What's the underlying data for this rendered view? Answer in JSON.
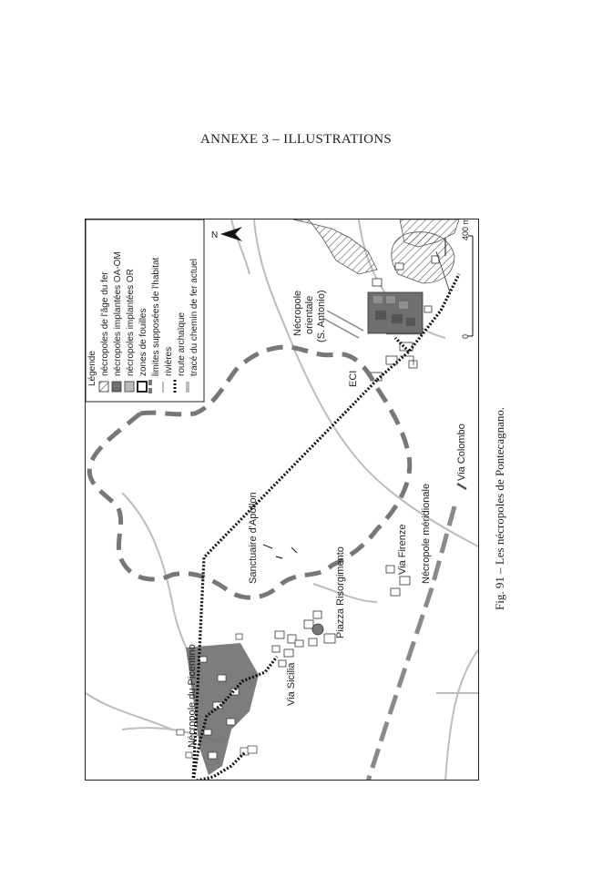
{
  "header": {
    "title": "ANNEXE 3 – ILLUSTRATIONS"
  },
  "figure": {
    "caption": "Fig. 91 – Les nécropoles de Pontecagnano."
  },
  "map": {
    "north": "N",
    "scale_start": "0",
    "scale_end": "400 m",
    "legend": {
      "title": "Légende",
      "items": [
        {
          "label": "nécropoles de l'âge du fer",
          "symbol": "hatched"
        },
        {
          "label": "nécropoles implantées OA-OM",
          "symbol": "dark"
        },
        {
          "label": "nécropoles implantées OR",
          "symbol": "light"
        },
        {
          "label": "zones de fouilles",
          "symbol": "outline"
        },
        {
          "label": "limites supposées de l'habitat",
          "symbol": "dash"
        },
        {
          "label": "rivières",
          "symbol": "line"
        },
        {
          "label": "route archaïque",
          "symbol": "dots"
        },
        {
          "label": "tracé du chemin de fer actuel",
          "symbol": "rail"
        }
      ]
    },
    "labels": {
      "necropole_orientale": "Nécropole",
      "necropole_orientale_2": "orientale",
      "necropole_orientale_3": "(S. Antonio)",
      "eci": "ECI",
      "sanctuaire": "Sanctuaire d'Apollon",
      "via_colombo": "Via Colombo",
      "via_firenze": "Via Firenze",
      "necropole_meridionale": "Nécropole méridionale",
      "piazza": "Piazza Risorgimento",
      "via_sicilia": "Via Sicilia",
      "necropole_picentino": "Nécropole du Picentino"
    },
    "colors": {
      "river": "#bdbdbd",
      "habitat_limit": "#777777",
      "necropolis_dark": "#6f6f6f",
      "necropolis_light": "#9c9c9c",
      "railway": "#8a8a8a",
      "road": "#111111"
    }
  }
}
